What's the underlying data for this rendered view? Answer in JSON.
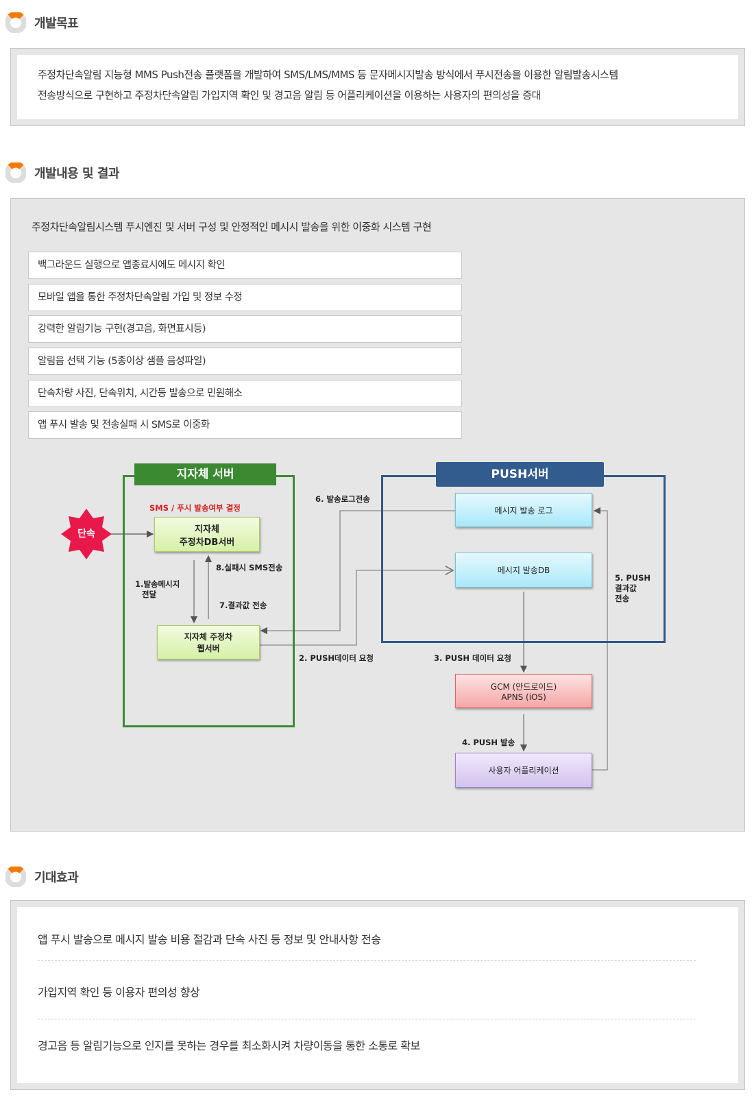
{
  "sections": {
    "goal": {
      "heading": "개발목표",
      "lines": [
        "주정차단속알림 지능형 MMS Push전송 플랫폼을 개발하여 SMS/LMS/MMS 등 문자메시지발송 방식에서 푸시전송을 이용한 알림발송시스템",
        "전송방식으로 구현하고 주정차단속알림 가입지역 확인 및 경고음 알림 등 어플리케이션을 이용하는 사용자의 편의성을 증대"
      ]
    },
    "content": {
      "heading": "개발내용 및 결과",
      "summary": "주정차단속알림시스템 푸시엔진 및 서버 구성 및 안정적인 메시시 발송을 위한 이중화 시스템 구현",
      "features": [
        "백그라운드 실행으로 앱종료시에도 메시지 확인",
        "모바일 앱을 통한 주정차단속알림 가입 및 정보 수정",
        "강력한 알림기능 구현(경고음, 화면표시등)",
        "알림음 선택 기능 (5종이상 샘플 음성파일)",
        "단속차량 사진, 단속위치, 시간등 발송으로 민원해소",
        "앱 푸시 발송 및 전송실패 시 SMS로 이중화"
      ]
    },
    "effects": {
      "heading": "기대효과",
      "items": [
        "앱 푸시 발송으로 메시지 발송 비용 절감과 단속 사진 등 정보 및 안내사항 전송",
        "가입지역 확인 등 이용자 편의성 향상",
        "경고음 등 알림기능으로 인지를 못하는 경우를 최소화시켜 차량이동을 통한 소통로 확보"
      ]
    }
  },
  "diagram": {
    "local_server_title": "지자체 서버",
    "push_server_title": "PUSH서버",
    "trigger": "단속",
    "decision_note": "SMS / 푸시 발송여부 결정",
    "nodes": {
      "db_server": [
        "지자체",
        "주정차DB서버"
      ],
      "web_server": [
        "지자체 주정차",
        "웹서버"
      ],
      "send_log": [
        "메시지 발송 로그"
      ],
      "send_db": [
        "메시지 발송DB"
      ],
      "gateway": [
        "GCM (안드로이드)",
        "APNS (iOS)"
      ],
      "user_app": [
        "사용자 어플리케이션"
      ]
    },
    "steps": {
      "s1": [
        "1.발송메시지",
        "전달"
      ],
      "s2": "2. PUSH데이터 요청",
      "s3": "3. PUSH 데이터 요청",
      "s4": "4. PUSH 발송",
      "s5": [
        "5. PUSH",
        "결과값",
        "전송"
      ],
      "s6": "6. 발송로그전송",
      "s7": "7.결과값 전송",
      "s8": "8.실패시 SMS전송"
    },
    "colors": {
      "local_server": "#3b8a32",
      "push_server": "#335c8e",
      "trigger": "#e8194a",
      "accent_orange": "#f77a00"
    }
  }
}
